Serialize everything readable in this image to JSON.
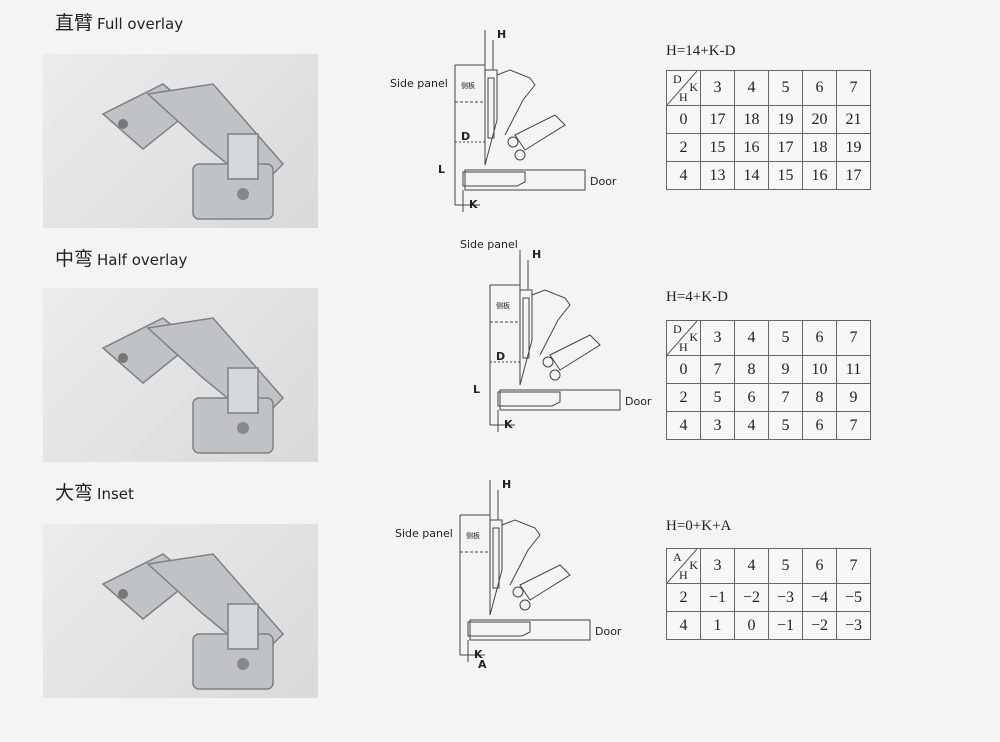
{
  "sections": [
    {
      "title_cn": "直臂",
      "title_en": "Full overlay",
      "labels": {
        "side_panel": "Side panel",
        "side_panel_cn": "侧板",
        "h": "H",
        "d": "D",
        "l": "L",
        "k": "K",
        "door": "Door"
      },
      "formula": "H=14+K-D",
      "corner": {
        "row_var": "D",
        "col_var": "K",
        "result_var": "H"
      },
      "columns": [
        "3",
        "4",
        "5",
        "6",
        "7"
      ],
      "rows": [
        {
          "key": "0",
          "values": [
            "17",
            "18",
            "19",
            "20",
            "21"
          ]
        },
        {
          "key": "2",
          "values": [
            "15",
            "16",
            "17",
            "18",
            "19"
          ]
        },
        {
          "key": "4",
          "values": [
            "13",
            "14",
            "15",
            "16",
            "17"
          ]
        }
      ]
    },
    {
      "title_cn": "中弯",
      "title_en": "Half overlay",
      "labels": {
        "side_panel": "Side panel",
        "side_panel_cn": "侧板",
        "h": "H",
        "d": "D",
        "l": "L",
        "k": "K",
        "door": "Door"
      },
      "formula": "H=4+K-D",
      "corner": {
        "row_var": "D",
        "col_var": "K",
        "result_var": "H"
      },
      "columns": [
        "3",
        "4",
        "5",
        "6",
        "7"
      ],
      "rows": [
        {
          "key": "0",
          "values": [
            "7",
            "8",
            "9",
            "10",
            "11"
          ]
        },
        {
          "key": "2",
          "values": [
            "5",
            "6",
            "7",
            "8",
            "9"
          ]
        },
        {
          "key": "4",
          "values": [
            "3",
            "4",
            "5",
            "6",
            "7"
          ]
        }
      ]
    },
    {
      "title_cn": "大弯",
      "title_en": "Inset",
      "labels": {
        "side_panel": "Side panel",
        "side_panel_cn": "侧板",
        "h": "H",
        "k": "K",
        "a": "A",
        "door": "Door"
      },
      "formula": "H=0+K+A",
      "corner": {
        "row_var": "A",
        "col_var": "K",
        "result_var": "H"
      },
      "columns": [
        "3",
        "4",
        "5",
        "6",
        "7"
      ],
      "rows": [
        {
          "key": "2",
          "values": [
            "−1",
            "−2",
            "−3",
            "−4",
            "−5"
          ]
        },
        {
          "key": "4",
          "values": [
            "1",
            "0",
            "−1",
            "−2",
            "−3"
          ]
        }
      ]
    }
  ]
}
